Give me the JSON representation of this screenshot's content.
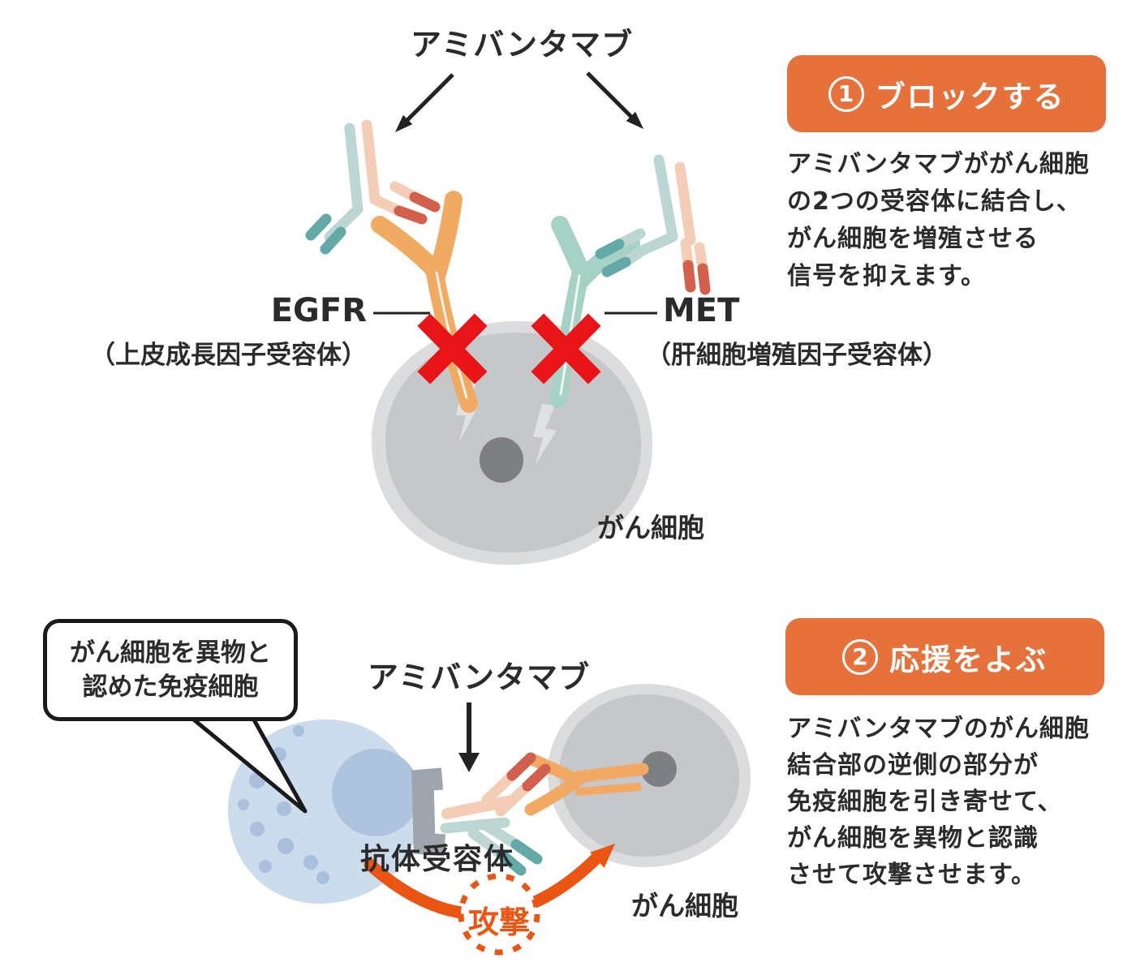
{
  "colors": {
    "step_box_orange": "#E7713B",
    "attack_orange": "#EA5514",
    "block_red": "#E81418",
    "egfr_receptor_orange": "#F1AA62",
    "met_receptor_teal": "#A6D2C6",
    "cancer_cell_gray": "#C6C7C9",
    "immune_cell_blue": "#CBDCEC"
  },
  "section_block": {
    "drug_label": "アミバンタマブ",
    "egfr_abbr": "EGFR",
    "egfr_full": "（上皮成長因子受容体）",
    "met_abbr": "MET",
    "met_full": "（肝細胞増殖因子受容体）",
    "cancer_cell_label": "がん細胞",
    "step_number": "1",
    "step_title": "ブロックする",
    "step_body": "アミバンタマブががん細胞\nの2つの受容体に結合し、\nがん細胞を増殖させる\n信号を抑えます。"
  },
  "section_support": {
    "bubble_text": "がん細胞を異物と\n認めた免疫細胞",
    "drug_label": "アミバンタマブ",
    "antibody_receptor_label": "抗体受容体",
    "attack_label": "攻撃",
    "cancer_cell_label": "がん細胞",
    "step_number": "2",
    "step_title": "応援をよぶ",
    "step_body": "アミバンタマブのがん細胞\n結合部の逆側の部分が\n免疫細胞を引き寄せて、\nがん細胞を異物と認識\nさせて攻撃させます。"
  }
}
